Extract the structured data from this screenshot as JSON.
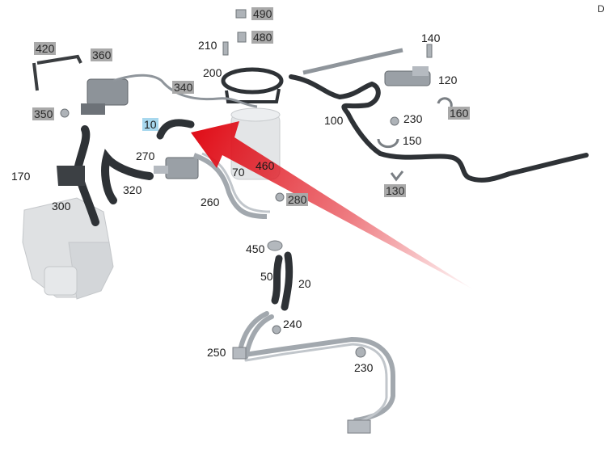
{
  "diagram": {
    "highlight_color": "#a8d8ee",
    "tag_color": "#a9a9a9",
    "arrow_color": "#e0101a",
    "hose_color": "#2e3236",
    "pipe_color": "#aab0b8",
    "corner_text": "D",
    "labels": {
      "l490": "490",
      "l480": "480",
      "l210": "210",
      "l200": "200",
      "l420": "420",
      "l360": "360",
      "l340": "340",
      "l350": "350",
      "l10": "10",
      "l270": "270",
      "l170": "170",
      "l300": "300",
      "l320": "320",
      "l70": "70",
      "l460": "460",
      "l260": "260",
      "l280": "280",
      "l450": "450",
      "l50": "50",
      "l20": "20",
      "l240": "240",
      "l250": "250",
      "l230b": "230",
      "l140": "140",
      "l120": "120",
      "l100": "100",
      "l230": "230",
      "l160": "160",
      "l150": "150",
      "l130": "130"
    }
  }
}
